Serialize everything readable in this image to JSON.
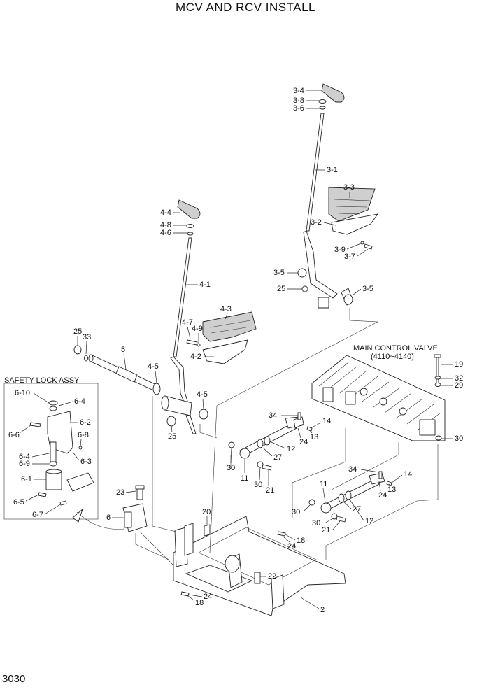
{
  "title": "MCV AND RCV INSTALL",
  "page_number": "3030",
  "group_labels": {
    "safety_lock": "SAFETY LOCK ASSY",
    "main_control_valve": "MAIN CONTROL VALVE",
    "mcv_models": "(4110~4140)"
  },
  "callouts": [
    "3-4",
    "3-8",
    "3-6",
    "3-1",
    "3-3",
    "3-2",
    "3-9",
    "3-7",
    "3-5",
    "25",
    "3-5",
    "4-4",
    "4-8",
    "4-6",
    "4-1",
    "4-3",
    "4-7",
    "4-9",
    "4-2",
    "4-5",
    "4-5",
    "25",
    "5",
    "25",
    "33",
    "6-10",
    "6-4",
    "6-2",
    "6-6",
    "6-8",
    "6-4",
    "6-9",
    "6-3",
    "6-1",
    "6-5",
    "6-7",
    "6",
    "23",
    "19",
    "32",
    "29",
    "30",
    "34",
    "14",
    "24",
    "13",
    "12",
    "27",
    "11",
    "30",
    "30",
    "21",
    "34",
    "14",
    "24",
    "13",
    "11",
    "12",
    "27",
    "30",
    "30",
    "21",
    "20",
    "18",
    "24",
    "22",
    "24",
    "18",
    "2"
  ]
}
